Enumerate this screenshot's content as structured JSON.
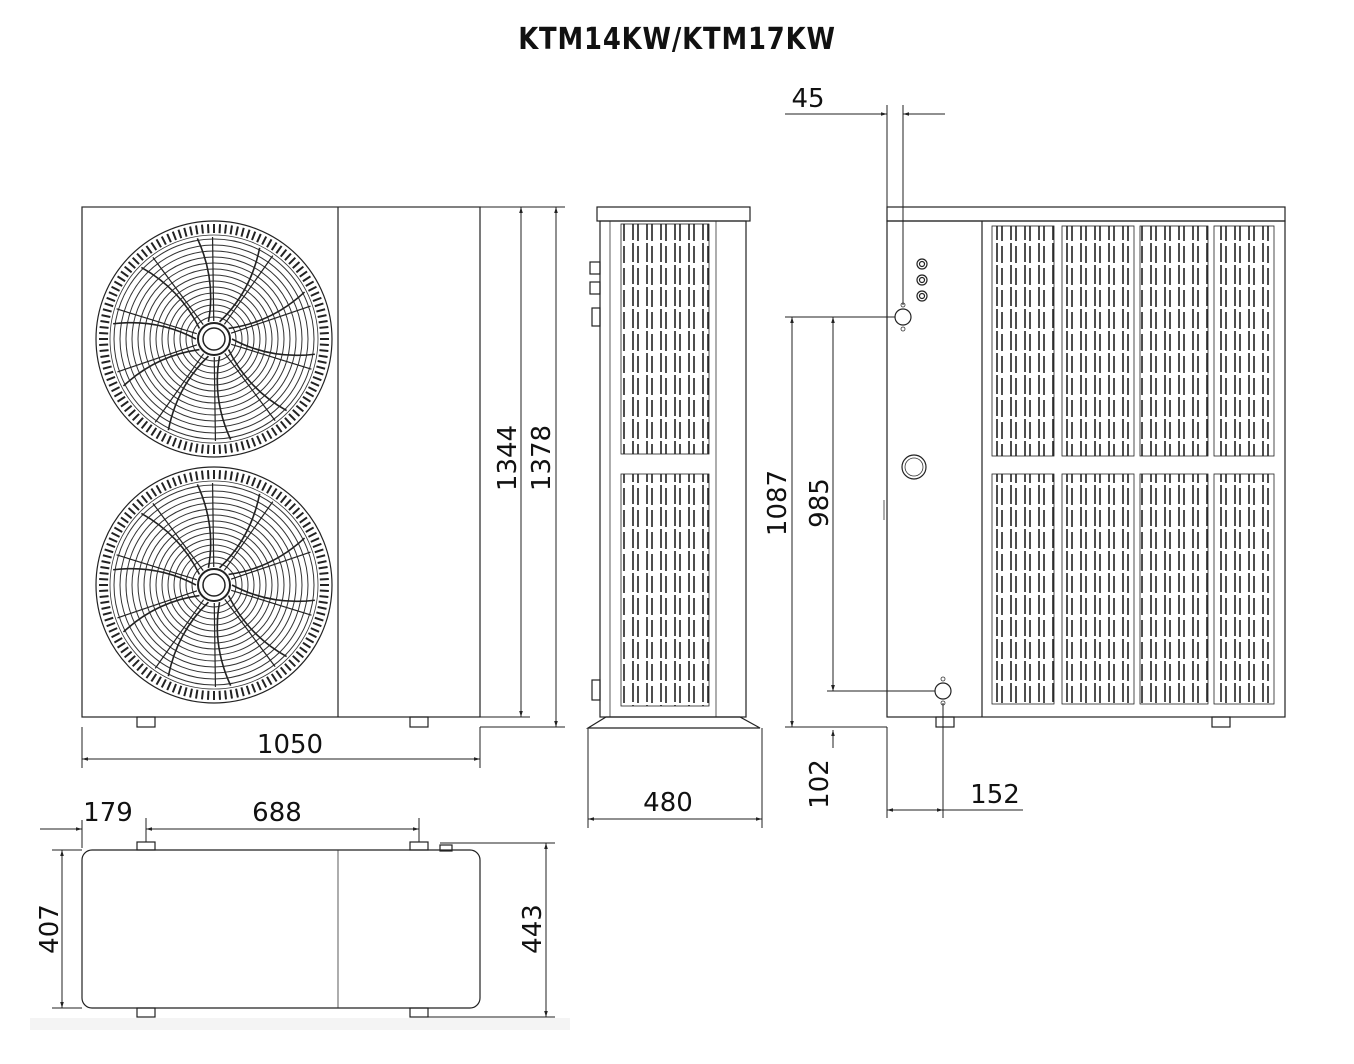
{
  "title": "KTM14KW/KTM17KW",
  "dimensions": {
    "front_width": "1050",
    "front_height_inner": "1344",
    "front_height_total": "1378",
    "side_depth": "480",
    "back_top_offset": "45",
    "back_pipe_height_upper": "1087",
    "back_pipe_spacing": "985",
    "back_pipe_bottom": "102",
    "back_pipe_side_offset": "152",
    "top_foot_offset": "179",
    "top_foot_spacing": "688",
    "top_depth_inner": "407",
    "top_depth_total": "443"
  }
}
